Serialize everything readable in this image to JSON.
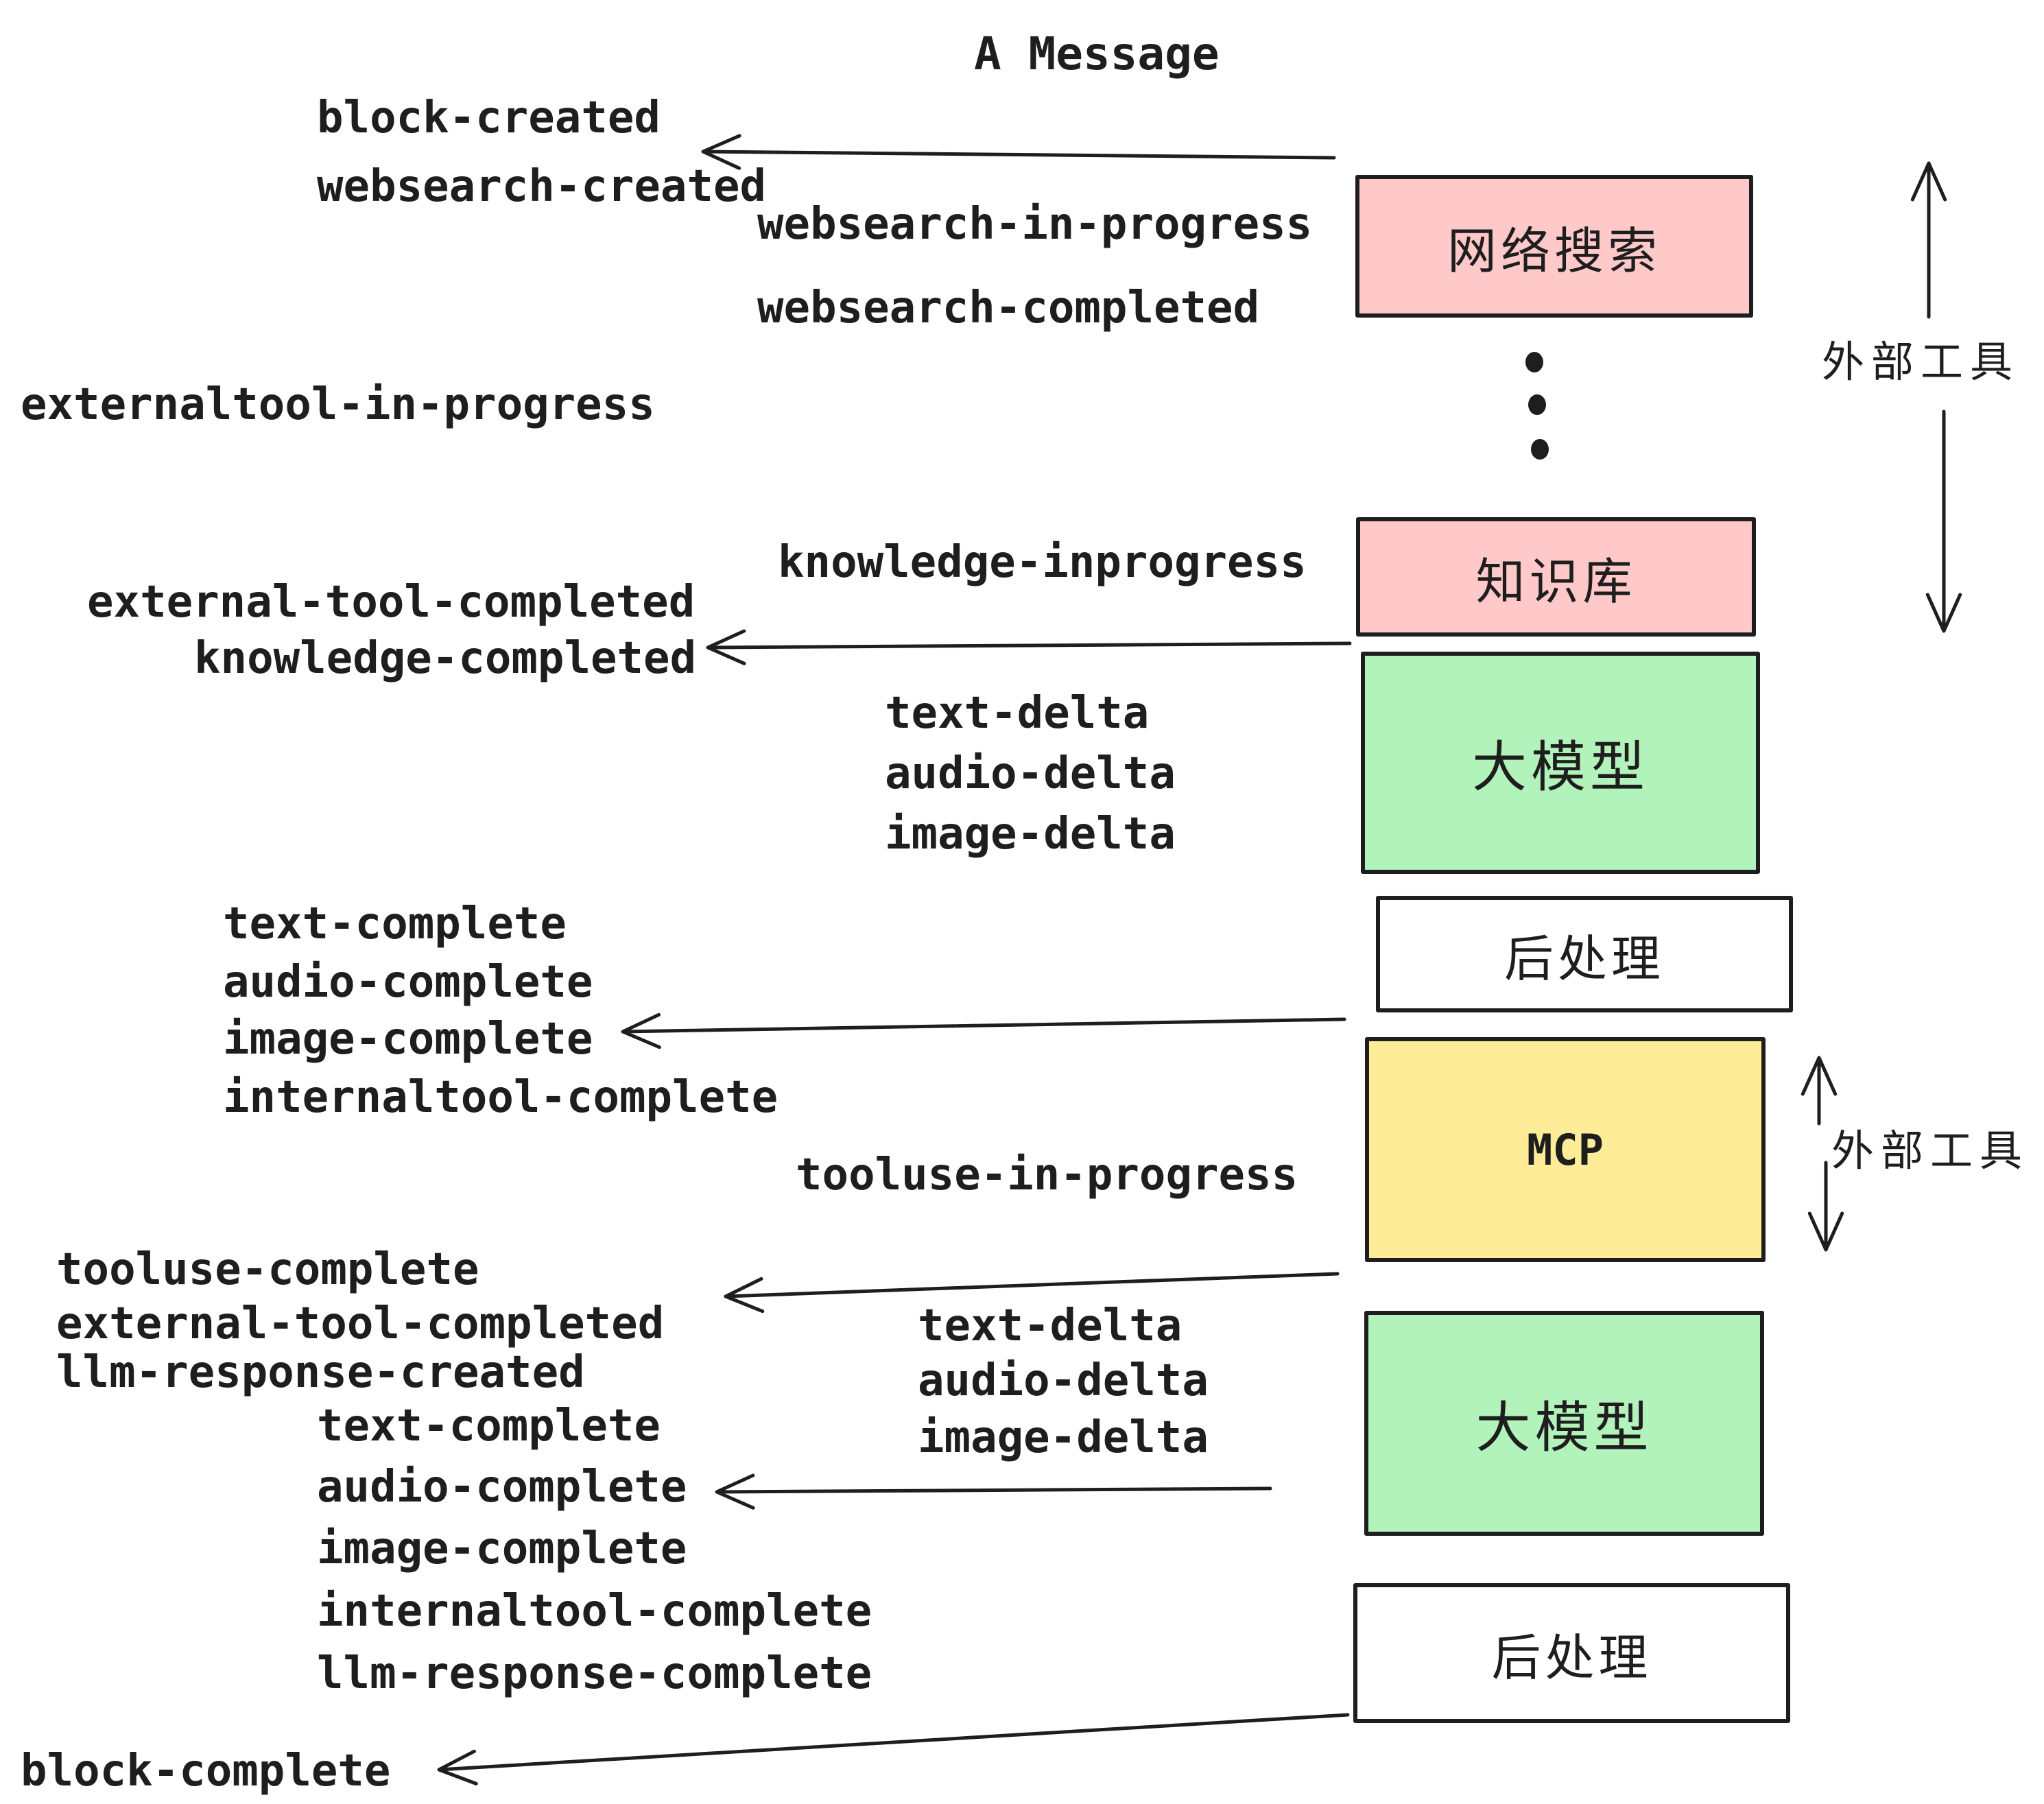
{
  "title": "A Message",
  "colors": {
    "pink": "#FFC9C9",
    "green": "#B2F2BB",
    "yellow": "#FFEC99",
    "stroke": "#1E1E1E",
    "background": "#FFFFFF"
  },
  "boxes": {
    "websearch": "网络搜索",
    "knowledge": "知识库",
    "llm1": "大模型",
    "post1": "后处理",
    "mcp": "MCP",
    "llm2": "大模型",
    "post2": "后处理"
  },
  "annotations": {
    "external_tools_top": "外部工具",
    "external_tools_mid": "外部工具"
  },
  "events": {
    "block_created": "block-created",
    "websearch_created": "websearch-created",
    "websearch_in_progress": "websearch-in-progress",
    "websearch_completed": "websearch-completed",
    "externaltool_in_progress": "externaltool-in-progress",
    "knowledge_inprogress": "knowledge-inprogress",
    "external_tool_completed_1": "external-tool-completed",
    "knowledge_completed": "knowledge-completed",
    "text_delta_1": "text-delta",
    "audio_delta_1": "audio-delta",
    "image_delta_1": "image-delta",
    "text_complete_1": "text-complete",
    "audio_complete_1": "audio-complete",
    "image_complete_1": "image-complete",
    "internaltool_complete_1": "internaltool-complete",
    "tooluse_in_progress": "tooluse-in-progress",
    "tooluse_complete": "tooluse-complete",
    "external_tool_completed_2": "external-tool-completed",
    "llm_response_created": "llm-response-created",
    "text_complete_2": "text-complete",
    "audio_complete_2": "audio-complete",
    "image_complete_2": "image-complete",
    "internaltool_complete_2": "internaltool-complete",
    "llm_response_complete": "llm-response-complete",
    "text_delta_2": "text-delta",
    "audio_delta_2": "audio-delta",
    "image_delta_2": "image-delta",
    "block_complete": "block-complete"
  }
}
